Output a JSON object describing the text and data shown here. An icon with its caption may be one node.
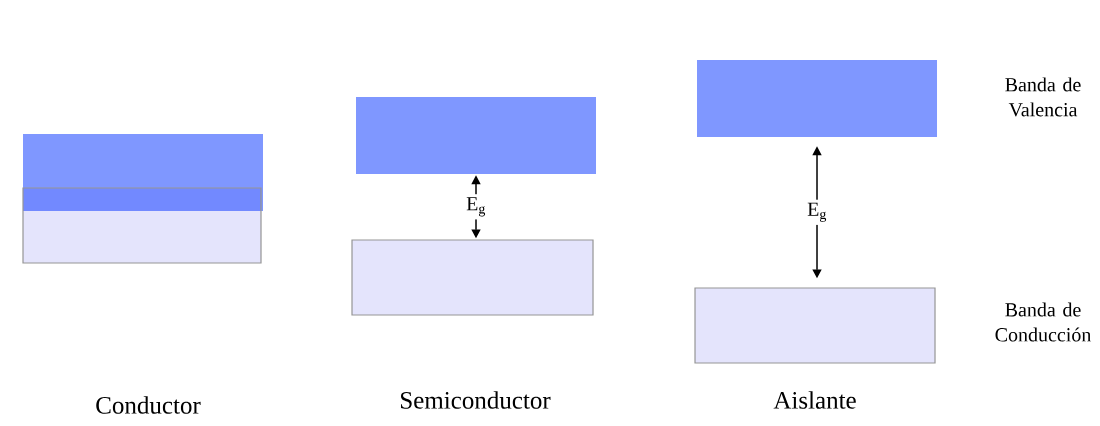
{
  "diagram": {
    "nodes": [
      {
        "text": [],
        "shape": "bar"
      },
      {
        "text": [],
        "shape": "bar"
      },
      {
        "text": [],
        "shape": "bar"
      },
      {
        "text": [],
        "shape": "bar"
      },
      {
        "text": [],
        "shape": "bar",
        "beside": [
          "Banda de Valencia"
        ]
      },
      {
        "text": [],
        "shape": "bar",
        "beside": [
          "Banda de Conducción"
        ]
      }
    ],
    "edges": [
      {
        "from": 2,
        "to": 3,
        "arrow": "both",
        "label": "E$_{g}$"
      },
      {
        "from": 4,
        "to": 5,
        "arrow": "both",
        "label": "E$_{g}$"
      }
    ],
    "labels": [
      "Conductor",
      "Semiconductor",
      "Aislante"
    ]
  }
}
